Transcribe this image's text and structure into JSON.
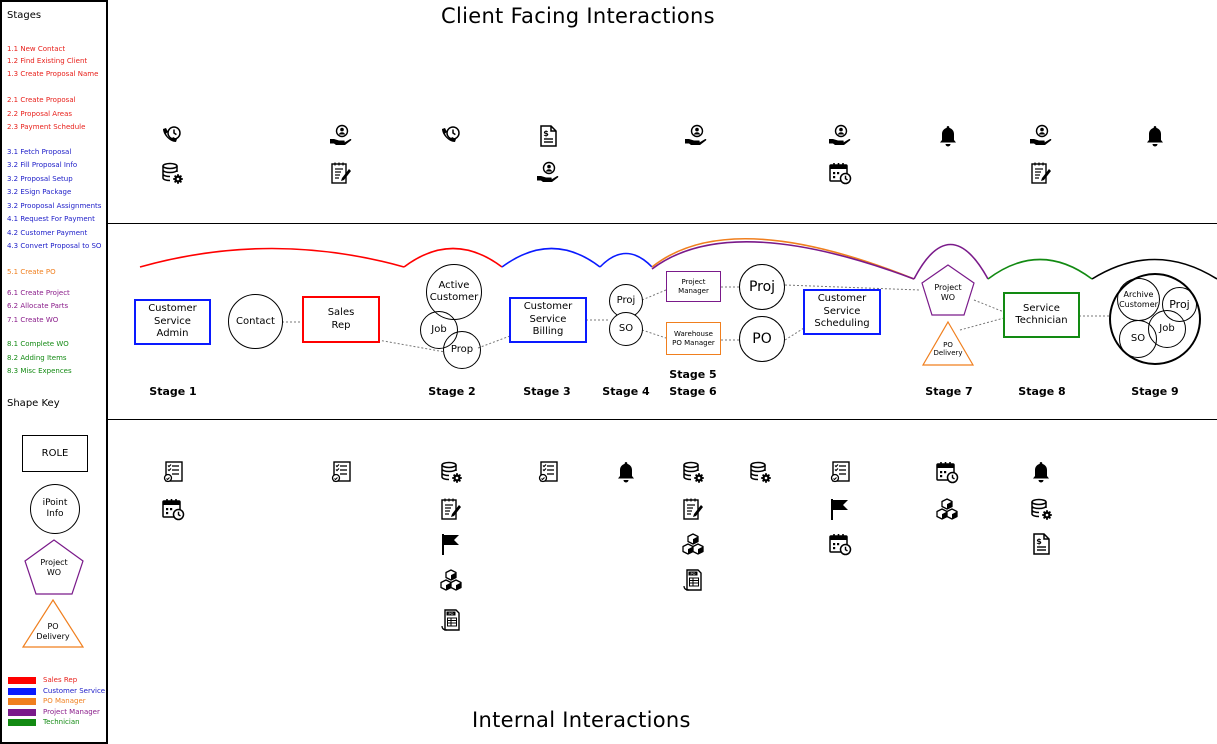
{
  "sidebar": {
    "stages_title": "Stages",
    "stage_items": [
      {
        "text": "1.1 New Contact",
        "color": "#e8211c"
      },
      {
        "text": "1.2 Find Existing Client",
        "color": "#e8211c"
      },
      {
        "text": "1.3 Create Proposal Name",
        "color": "#e8211c"
      },
      {
        "text": "2.1 Create Proposal",
        "color": "#e8211c"
      },
      {
        "text": "2.2 Proposal Areas",
        "color": "#e8211c"
      },
      {
        "text": "2.3 Payment Schedule",
        "color": "#e8211c"
      },
      {
        "text": "3.1 Fetch Proposal",
        "color": "#1c1cc8"
      },
      {
        "text": "3.2 Fill Proposal Info",
        "color": "#1c1cc8"
      },
      {
        "text": "3.2 Proposal Setup",
        "color": "#1c1cc8"
      },
      {
        "text": "3.2 ESign Package",
        "color": "#1c1cc8"
      },
      {
        "text": "3.2 Prooposal Assignments",
        "color": "#1c1cc8"
      },
      {
        "text": "4.1 Request For Payment",
        "color": "#1c1cc8"
      },
      {
        "text": "4.2 Customer Payment",
        "color": "#1c1cc8"
      },
      {
        "text": "4.3 Convert Proposal to SO",
        "color": "#1c1cc8"
      },
      {
        "text": "5.1 Create PO",
        "color": "#f07f1e"
      },
      {
        "text": "6.1 Create Project",
        "color": "#8a1c8a"
      },
      {
        "text": "6.2 Allocate Parts",
        "color": "#8a1c8a"
      },
      {
        "text": "7.1 Create WO",
        "color": "#8a1c8a"
      },
      {
        "text": "8.1 Complete WO",
        "color": "#138a13"
      },
      {
        "text": "8.2 Adding Items",
        "color": "#138a13"
      },
      {
        "text": "8.3 Misc Expences",
        "color": "#138a13"
      }
    ],
    "shape_key_title": "Shape Key",
    "shape_key": {
      "role": "ROLE",
      "info_line1": "iPoint",
      "info_line2": "Info",
      "project_wo_line1": "Project",
      "project_wo_line2": "WO",
      "po_delivery_line1": "PO",
      "po_delivery_line2": "Delivery"
    },
    "legend": [
      {
        "label": "Sales Rep",
        "color": "#ff0000",
        "text_color": "#e8211c"
      },
      {
        "label": "Customer Service",
        "color": "#0a1aff",
        "text_color": "#1c1cc8"
      },
      {
        "label": "PO Manager",
        "color": "#f07f1e",
        "text_color": "#f07f1e"
      },
      {
        "label": "Project Manager",
        "color": "#7a1a8a",
        "text_color": "#8a1c8a"
      },
      {
        "label": "Technician",
        "color": "#128a12",
        "text_color": "#138a13"
      }
    ]
  },
  "titles": {
    "client": "Client Facing Interactions",
    "internal": "Internal Interactions"
  },
  "stages": [
    "Stage 1",
    "Stage 2",
    "Stage 3",
    "Stage 4",
    "Stage 5",
    "Stage 6",
    "Stage 7",
    "Stage 8",
    "Stage 9"
  ],
  "roles": {
    "customer_service_admin": {
      "line1": "Customer",
      "line2": "Service",
      "line3": "Admin"
    },
    "sales_rep": {
      "line1": "Sales",
      "line2": "Rep"
    },
    "customer_service_billing": {
      "line1": "Customer",
      "line2": "Service",
      "line3": "Billing"
    },
    "project_manager": {
      "line1": "Project",
      "line2": "Manager"
    },
    "warehouse_po_manager": {
      "line1": "Warehouse",
      "line2": "PO Manager"
    },
    "customer_service_scheduling": {
      "line1": "Customer",
      "line2": "Service",
      "line3": "Scheduling"
    },
    "service_technician": {
      "line1": "Service",
      "line2": "Technician"
    }
  },
  "nodes": {
    "contact": "Contact",
    "active_customer_line1": "Active",
    "active_customer_line2": "Customer",
    "job": "Job",
    "prop": "Prop",
    "proj": "Proj",
    "so": "SO",
    "proj_big": "Proj",
    "po": "PO",
    "project_wo_line1": "Project",
    "project_wo_line2": "WO",
    "po_delivery_line1": "PO",
    "po_delivery_line2": "Delivery",
    "archive_line1": "Archive",
    "archive_line2": "Customer",
    "archive_proj": "Proj",
    "archive_job": "Job",
    "archive_so": "SO"
  },
  "colors": {
    "sales_rep": "#ff0000",
    "customer_service": "#0a1aff",
    "po_manager": "#f07f1e",
    "project_manager": "#7a1a8a",
    "technician": "#128a12"
  },
  "icons": {
    "client": [
      {
        "name": "phone-clock-icon"
      },
      {
        "name": "database-gear-icon"
      },
      {
        "name": "hand-person-icon"
      },
      {
        "name": "notepad-pencil-icon"
      },
      {
        "name": "phone-clock-icon"
      },
      {
        "name": "invoice-dollar-icon"
      },
      {
        "name": "hand-person-icon"
      },
      {
        "name": "hand-person-icon"
      },
      {
        "name": "hand-person-icon"
      },
      {
        "name": "calendar-clock-icon"
      },
      {
        "name": "bell-icon"
      },
      {
        "name": "hand-person-icon"
      },
      {
        "name": "notepad-pencil-icon"
      },
      {
        "name": "bell-icon"
      }
    ],
    "internal": [
      {
        "name": "checklist-icon"
      },
      {
        "name": "calendar-clock-icon"
      },
      {
        "name": "checklist-icon"
      },
      {
        "name": "database-gear-icon"
      },
      {
        "name": "notepad-pencil-icon"
      },
      {
        "name": "flag-icon"
      },
      {
        "name": "boxes-icon"
      },
      {
        "name": "po-document-icon"
      },
      {
        "name": "checklist-icon"
      },
      {
        "name": "bell-icon"
      },
      {
        "name": "database-gear-icon"
      },
      {
        "name": "notepad-pencil-icon"
      },
      {
        "name": "boxes-icon"
      },
      {
        "name": "po-document-icon"
      },
      {
        "name": "database-gear-icon"
      },
      {
        "name": "checklist-icon"
      },
      {
        "name": "flag-icon"
      },
      {
        "name": "calendar-clock-icon"
      },
      {
        "name": "calendar-clock-icon"
      },
      {
        "name": "boxes-icon"
      },
      {
        "name": "bell-icon"
      },
      {
        "name": "database-gear-icon"
      },
      {
        "name": "invoice-dollar-icon"
      }
    ]
  }
}
